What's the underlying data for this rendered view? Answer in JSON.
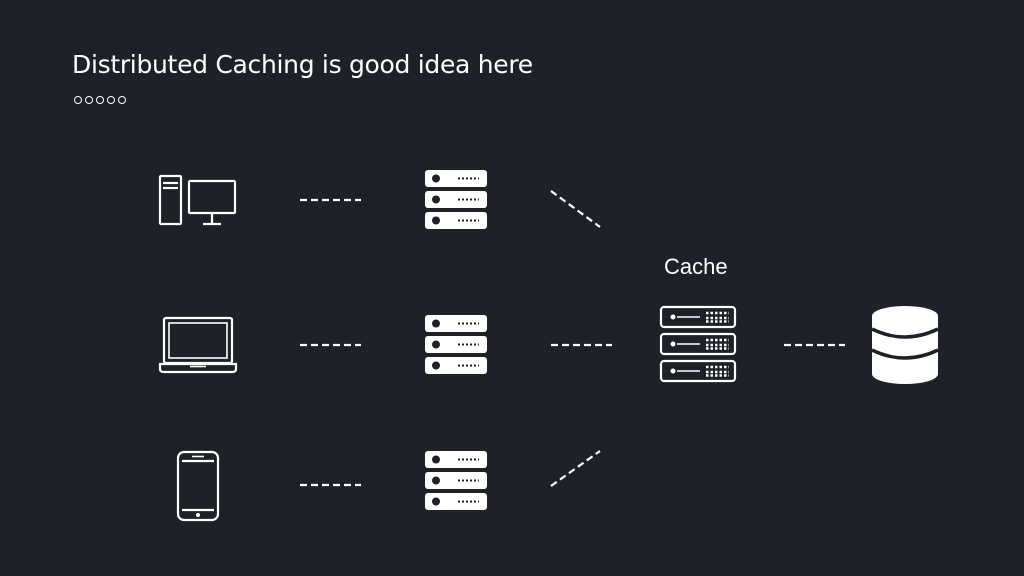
{
  "slide": {
    "title": "Distributed Caching is good idea here",
    "cache_label": "Cache"
  },
  "decoration": {
    "dot_count": 5
  },
  "diagram": {
    "clients": [
      {
        "icon": "desktop-computer-icon"
      },
      {
        "icon": "laptop-icon"
      },
      {
        "icon": "smartphone-icon"
      }
    ],
    "app_servers": [
      {
        "icon": "server-rack-icon"
      },
      {
        "icon": "server-rack-icon"
      },
      {
        "icon": "server-rack-icon"
      }
    ],
    "cache": {
      "icon": "cache-server-icon"
    },
    "database": {
      "icon": "database-icon"
    },
    "connector_style": "dashed"
  },
  "colors": {
    "background": "#1f2128",
    "foreground": "#ffffff"
  }
}
